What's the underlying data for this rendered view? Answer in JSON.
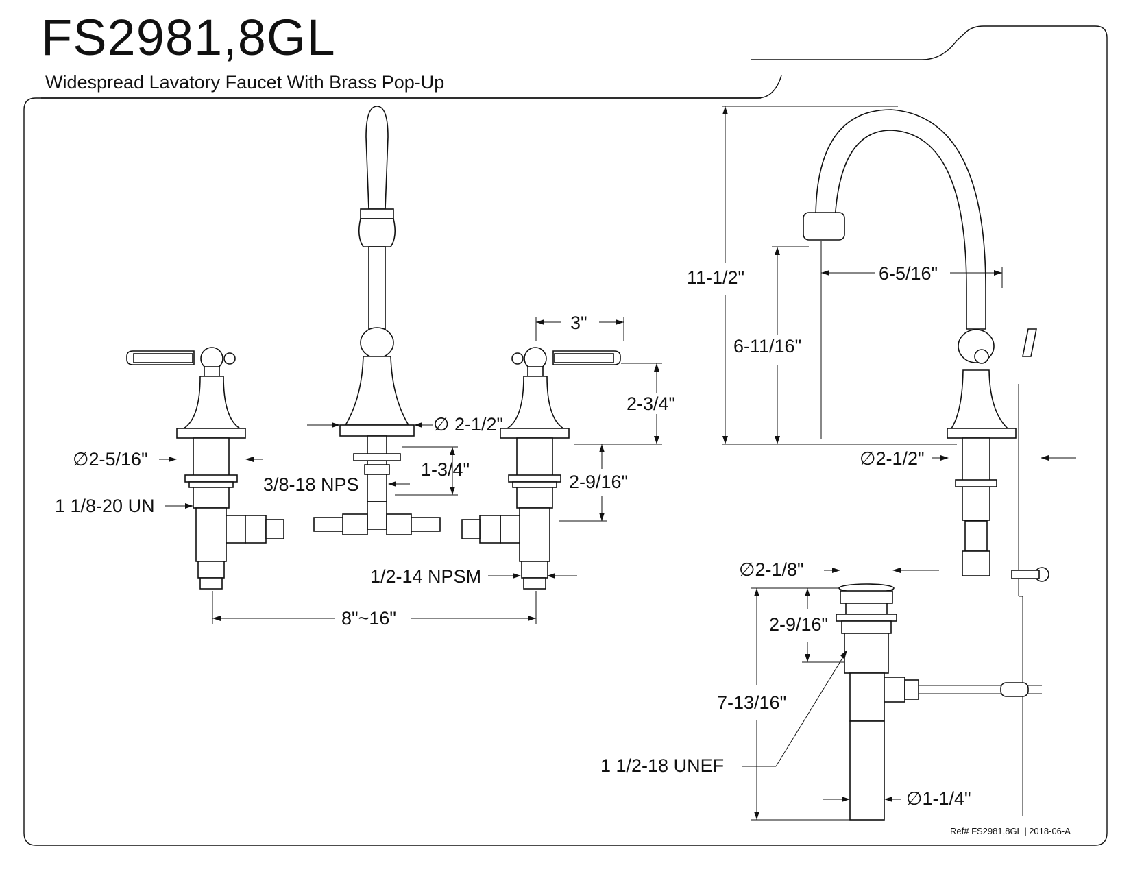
{
  "header": {
    "model": "FS2981,8GL",
    "description": "Widespread Lavatory Faucet With Brass Pop-Up"
  },
  "dimensions": {
    "handle_flange_dia": "∅2-5/16\"",
    "handle_thread": "1 1/8-20 UN",
    "spout_flange_dia": "∅ 2-1/2\"",
    "spout_shank_thread": "3/8-18 NPS",
    "spout_shank_len": "1-3/4\"",
    "handle_width": "3\"",
    "handle_height": "2-3/4\"",
    "handle_shank_len": "2-9/16\"",
    "supply_thread": "1/2-14 NPSM",
    "center_spread": "8\"~16\"",
    "overall_height": "11-1/2\"",
    "spout_height": "6-11/16\"",
    "spout_reach": "6-5/16\"",
    "side_flange_dia": "∅2-1/2\"",
    "drain_flange_dia": "∅2-1/8\"",
    "drain_top_len": "2-9/16\"",
    "drain_total_len": "7-13/16\"",
    "drain_thread": "1 1/2-18 UNEF",
    "tailpiece_dia": "∅1-1/4\""
  },
  "footer": {
    "ref": "Ref# FS2981,8GL",
    "separator": "|",
    "date": "2018-06-A"
  }
}
